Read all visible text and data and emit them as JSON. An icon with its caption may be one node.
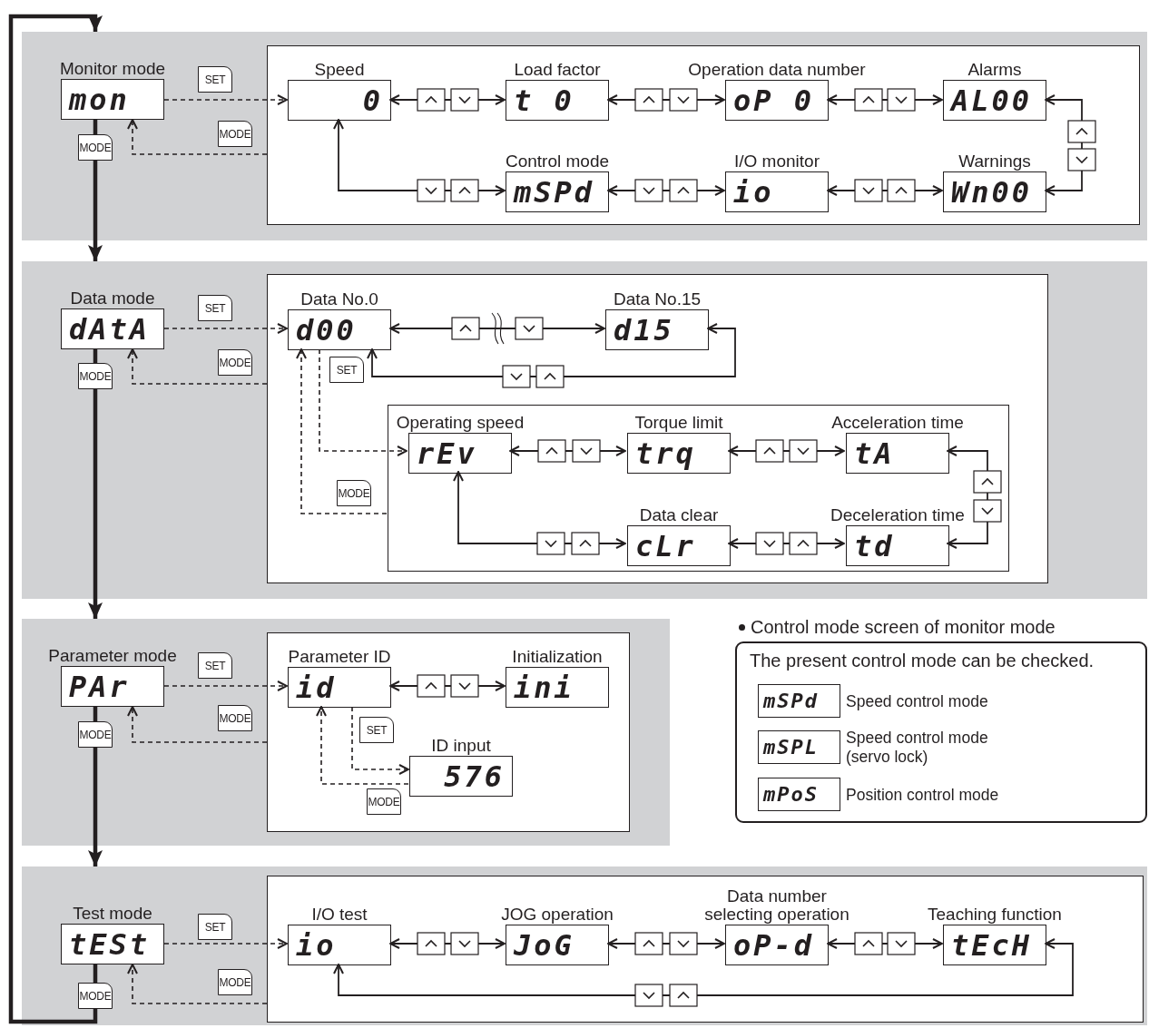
{
  "diagram": {
    "nodes": [
      {
        "text": [],
        "shape": "band"
      },
      {
        "text": [],
        "shape": "box",
        "in": 0
      },
      {
        "text": [
          "Monitor mode",
          "mon"
        ],
        "in": 0
      },
      {
        "text": [
          "SET"
        ],
        "in": 0
      },
      {
        "text": [
          "MODE"
        ],
        "in": 0
      },
      {
        "text": [
          "Speed",
          "0"
        ],
        "in": 1
      },
      {
        "text": [
          "Load factor",
          "t 0"
        ],
        "in": 1
      },
      {
        "text": [
          "Operation data number",
          "oP 0"
        ],
        "in": 1
      },
      {
        "text": [
          "Alarms",
          "AL00"
        ],
        "in": 1
      },
      {
        "text": [
          "Control mode",
          "mSPd"
        ],
        "in": 1
      },
      {
        "text": [
          "I/O monitor",
          "io"
        ],
        "in": 1
      },
      {
        "text": [
          "Warnings",
          "Wn00"
        ],
        "in": 1
      },
      {
        "text": [],
        "shape": "band"
      },
      {
        "text": [],
        "shape": "box",
        "in": 12
      },
      {
        "text": [
          "Data mode",
          "dAtA"
        ],
        "in": 12
      },
      {
        "text": [
          "SET"
        ],
        "in": 12
      },
      {
        "text": [
          "MODE"
        ],
        "in": 12
      },
      {
        "text": [
          "Data No.0",
          "d00"
        ],
        "in": 13
      },
      {
        "text": [
          "Data No.15",
          "d15"
        ],
        "in": 13
      },
      {
        "text": [
          "SET"
        ],
        "in": 13
      },
      {
        "text": [],
        "shape": "box",
        "in": 13
      },
      {
        "text": [
          "MODE"
        ],
        "in": 13
      },
      {
        "text": [
          "Operating speed",
          "rEv"
        ],
        "in": 20
      },
      {
        "text": [
          "Torque limit",
          "trq"
        ],
        "in": 20
      },
      {
        "text": [
          "Acceleration time",
          "tA"
        ],
        "in": 20
      },
      {
        "text": [
          "Data clear",
          "cLr"
        ],
        "in": 20
      },
      {
        "text": [
          "Deceleration time",
          "td"
        ],
        "in": 20
      },
      {
        "text": [],
        "shape": "band"
      },
      {
        "text": [],
        "shape": "box",
        "in": 27
      },
      {
        "text": [
          "Parameter mode",
          "PAr"
        ],
        "in": 27
      },
      {
        "text": [
          "SET"
        ],
        "in": 27
      },
      {
        "text": [
          "MODE"
        ],
        "in": 27
      },
      {
        "text": [
          "Parameter ID",
          "id"
        ],
        "in": 28
      },
      {
        "text": [
          "Initialization",
          "ini"
        ],
        "in": 28
      },
      {
        "text": [
          "SET"
        ],
        "in": 28
      },
      {
        "text": [
          "ID input",
          "576"
        ],
        "in": 28
      },
      {
        "text": [
          "MODE"
        ],
        "in": 28
      },
      {
        "text": [
          "Control mode screen of monitor mode",
          "The present control mode can be checked."
        ]
      },
      {
        "text": [
          "mSPd"
        ],
        "in": 37,
        "beside": [
          "Speed control mode"
        ]
      },
      {
        "text": [
          "mSPL"
        ],
        "in": 37,
        "beside": [
          "Speed control mode (servo lock)"
        ]
      },
      {
        "text": [
          "mPoS"
        ],
        "in": 37,
        "beside": [
          "Position control mode"
        ]
      },
      {
        "text": [],
        "shape": "band"
      },
      {
        "text": [],
        "shape": "box",
        "in": 41
      },
      {
        "text": [
          "Test mode",
          "tESt"
        ],
        "in": 41
      },
      {
        "text": [
          "SET"
        ],
        "in": 41
      },
      {
        "text": [
          "MODE"
        ],
        "in": 41
      },
      {
        "text": [
          "I/O test",
          "io"
        ],
        "in": 42
      },
      {
        "text": [
          "JOG operation",
          "JoG"
        ],
        "in": 42
      },
      {
        "text": [
          "Data number selecting operation",
          "oP-d"
        ],
        "in": 42
      },
      {
        "text": [
          "Teaching function",
          "tEcH"
        ],
        "in": 42
      },
      {
        "text": [
          "MODE"
        ],
        "in": 0
      },
      {
        "text": [
          "MODE"
        ],
        "in": 12
      },
      {
        "text": [
          "MODE"
        ],
        "in": 27
      },
      {
        "text": [
          "MODE"
        ],
        "in": 41
      }
    ],
    "edges": [
      {
        "from": 2,
        "to": 5,
        "arrow": "to",
        "style": "dashed"
      },
      {
        "from": 1,
        "to": 2,
        "arrow": "to",
        "style": "dashed"
      },
      {
        "from": 5,
        "to": 6,
        "arrow": "both"
      },
      {
        "from": 6,
        "to": 7,
        "arrow": "both"
      },
      {
        "from": 7,
        "to": 8,
        "arrow": "both"
      },
      {
        "from": 8,
        "to": 11,
        "arrow": "both"
      },
      {
        "from": 11,
        "to": 10,
        "arrow": "both"
      },
      {
        "from": 10,
        "to": 9,
        "arrow": "both"
      },
      {
        "from": 9,
        "to": 5,
        "arrow": "both"
      },
      {
        "from": 2,
        "to": 50,
        "arrow": "none",
        "style": "thick"
      },
      {
        "from": 14,
        "to": 51,
        "arrow": "none",
        "style": "thick"
      },
      {
        "from": 29,
        "to": 52,
        "arrow": "none",
        "style": "thick"
      },
      {
        "from": 43,
        "to": 53,
        "arrow": "none",
        "style": "thick"
      },
      {
        "from": 14,
        "to": 17,
        "arrow": "to",
        "style": "dashed"
      },
      {
        "from": 13,
        "to": 14,
        "arrow": "to",
        "style": "dashed"
      },
      {
        "from": 17,
        "to": 18,
        "arrow": "both"
      },
      {
        "from": 18,
        "to": 17,
        "arrow": "both"
      },
      {
        "from": 17,
        "to": 22,
        "arrow": "to",
        "style": "dashed"
      },
      {
        "from": 20,
        "to": 17,
        "arrow": "to",
        "style": "dashed"
      },
      {
        "from": 22,
        "to": 23,
        "arrow": "both"
      },
      {
        "from": 23,
        "to": 24,
        "arrow": "both"
      },
      {
        "from": 24,
        "to": 26,
        "arrow": "both"
      },
      {
        "from": 26,
        "to": 25,
        "arrow": "both"
      },
      {
        "from": 25,
        "to": 22,
        "arrow": "both"
      },
      {
        "from": 29,
        "to": 32,
        "arrow": "to",
        "style": "dashed"
      },
      {
        "from": 28,
        "to": 29,
        "arrow": "to",
        "style": "dashed"
      },
      {
        "from": 32,
        "to": 33,
        "arrow": "both"
      },
      {
        "from": 32,
        "to": 35,
        "arrow": "to",
        "style": "dashed"
      },
      {
        "from": 35,
        "to": 32,
        "arrow": "to",
        "style": "dashed"
      },
      {
        "from": 43,
        "to": 46,
        "arrow": "to",
        "style": "dashed"
      },
      {
        "from": 42,
        "to": 43,
        "arrow": "to",
        "style": "dashed"
      },
      {
        "from": 46,
        "to": 47,
        "arrow": "both"
      },
      {
        "from": 47,
        "to": 48,
        "arrow": "both"
      },
      {
        "from": 48,
        "to": 49,
        "arrow": "both"
      },
      {
        "from": 49,
        "to": 46,
        "arrow": "both"
      },
      {
        "from": 50,
        "to": 12,
        "arrow": "to",
        "style": "thick"
      },
      {
        "from": 51,
        "to": 27,
        "arrow": "to",
        "style": "thick"
      },
      {
        "from": 52,
        "to": 41,
        "arrow": "to",
        "style": "thick"
      },
      {
        "from": 53,
        "to": 0,
        "arrow": "to",
        "style": "thick"
      }
    ]
  }
}
